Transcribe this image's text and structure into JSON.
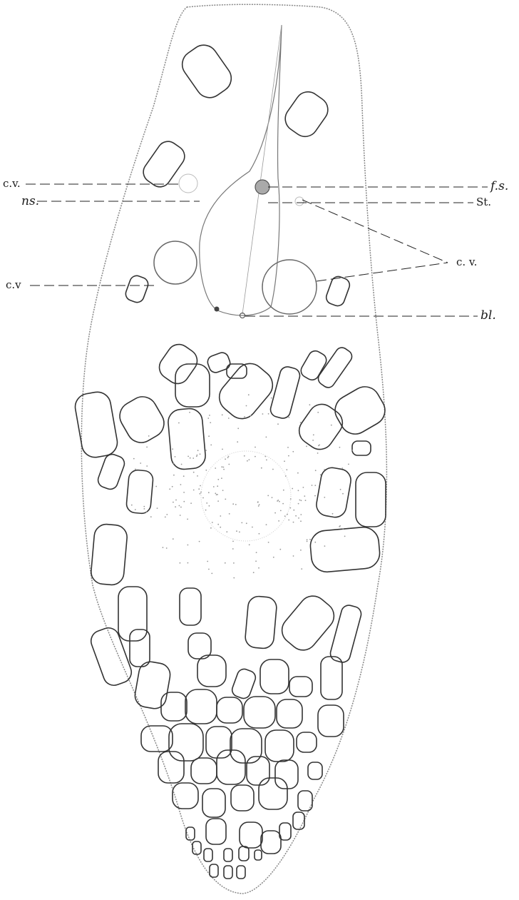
{
  "diagram": {
    "labels": {
      "cv_upper_left": "c.v.",
      "ns": "ns.",
      "cv_lower_left": "c.v",
      "fs": "f.s.",
      "st": "St.",
      "cv_right": "c. v.",
      "bl": "bl."
    }
  }
}
